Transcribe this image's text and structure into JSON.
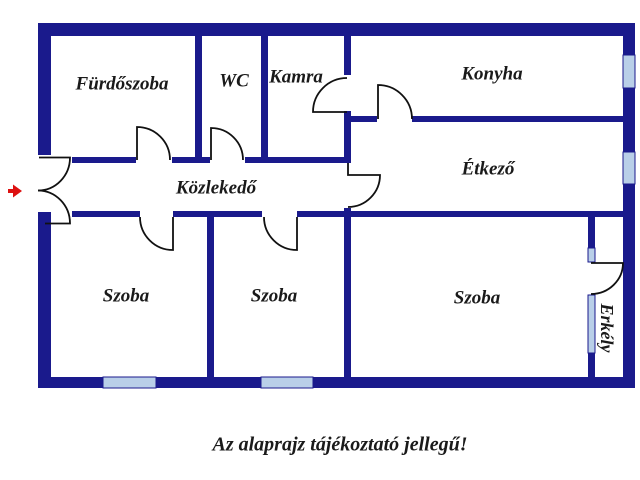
{
  "plan": {
    "rooms": {
      "bathroom": "Fürdőszoba",
      "wc": "WC",
      "pantry": "Kamra",
      "kitchen": "Konyha",
      "dining": "Étkező",
      "hall": "Közlekedő",
      "room1": "Szoba",
      "room2": "Szoba",
      "room3": "Szoba",
      "balcony": "Erkély"
    },
    "caption": "Az alaprajz tájékoztató jellegű!",
    "icons": {
      "entrance_arrow": "right-arrow"
    },
    "colors": {
      "wall": "#1a1a8c",
      "window": "#b9cfe8",
      "arrow": "#dd1111",
      "door_line": "#111111",
      "text": "#1a1a1a",
      "background": "#ffffff"
    }
  }
}
